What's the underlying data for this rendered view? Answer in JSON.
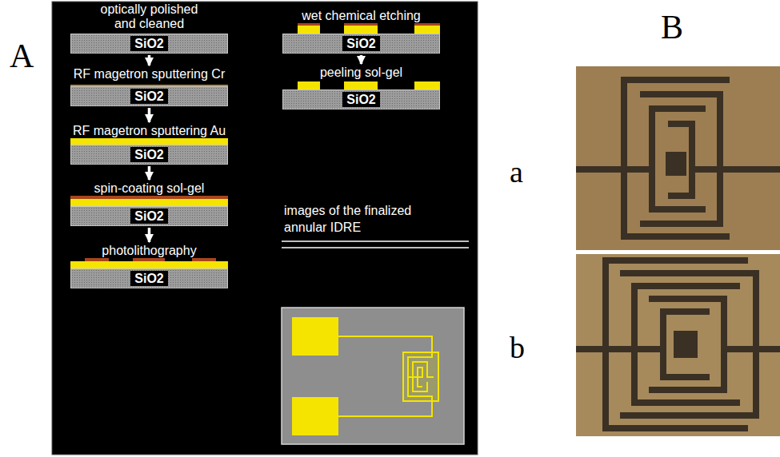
{
  "diagram": {
    "nodes": [
      {
        "text": [
          "optically polished and cleaned",
          "SiO2"
        ]
      },
      {
        "text": [
          "RF magetron sputtering Cr",
          "SiO2"
        ]
      },
      {
        "text": [
          "RF magetron sputtering Au",
          "SiO2"
        ]
      },
      {
        "text": [
          "spin-coating sol-gel",
          "SiO2"
        ]
      },
      {
        "text": [
          "photolithography",
          "SiO2"
        ]
      },
      {
        "text": [
          "wet chemical etching",
          "SiO2"
        ]
      },
      {
        "text": [
          "peeling sol-gel",
          "SiO2"
        ]
      }
    ],
    "edges": [
      {
        "from": 0,
        "to": 1,
        "arrow": "to"
      },
      {
        "from": 1,
        "to": 2,
        "arrow": "to"
      },
      {
        "from": 2,
        "to": 3,
        "arrow": "to"
      },
      {
        "from": 3,
        "to": 4,
        "arrow": "to"
      },
      {
        "from": 5,
        "to": 6,
        "arrow": "to"
      }
    ],
    "labels": [
      "A",
      "B",
      "a",
      "b",
      "images of the finalized annular IDRE"
    ]
  }
}
